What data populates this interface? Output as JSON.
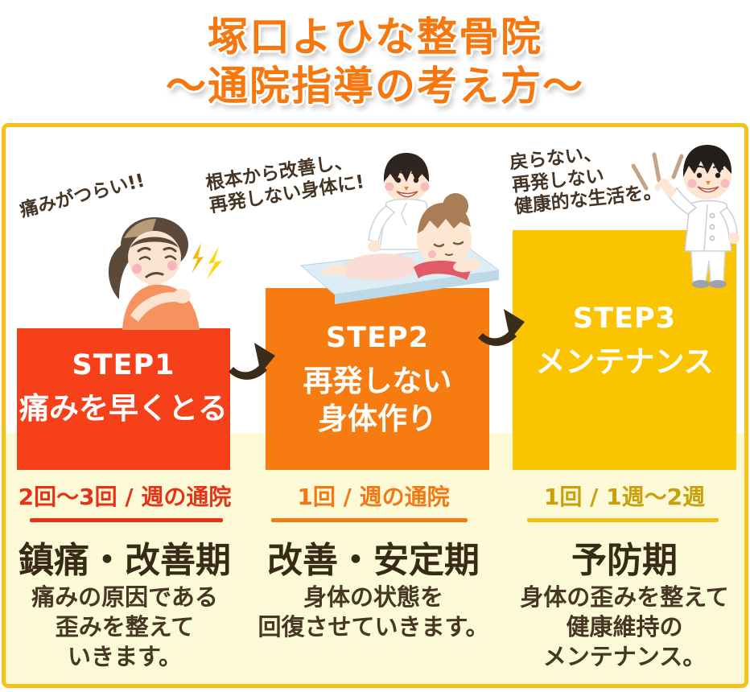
{
  "title": {
    "line1": "塚口よひな整骨院",
    "line2": "～通院指導の考え方～",
    "color": "#f5770e"
  },
  "panel": {
    "border_color": "#f7c118",
    "band_color": "#fcf9d6"
  },
  "arrow_color": "#3b2c1a",
  "steps": [
    {
      "label": "STEP1",
      "name": "痛みを早くとる",
      "annotation": "痛みがつらい!!",
      "frequency": "2回～3回 / 週の通院",
      "phase": "鎮痛・改善期",
      "description": "痛みの原因である\n歪みを整えて\nいきます。",
      "bar_color": "#f5401a",
      "frequency_color": "#e23418",
      "underline_color": "#e23418"
    },
    {
      "label": "STEP2",
      "name": "再発しない\n身体作り",
      "annotation": "根本から改善し、\n再発しない身体に!",
      "frequency": "1回 / 週の通院",
      "phase": "改善・安定期",
      "description": "身体の状態を\n回復させていきます。",
      "bar_color": "#f67c12",
      "frequency_color": "#ef7915",
      "underline_color": "#ef7d15"
    },
    {
      "label": "STEP3",
      "name": "メンテナンス",
      "annotation": "戻らない、\n再発しない\n健康的な生活を。",
      "frequency": "1回 / 1週～2週",
      "phase": "予防期",
      "description": "身体の歪みを整えて\n健康維持の\nメンテナンス。",
      "bar_color": "#fbc400",
      "frequency_color": "#c9a00a",
      "underline_color": "#f2c00e"
    }
  ]
}
